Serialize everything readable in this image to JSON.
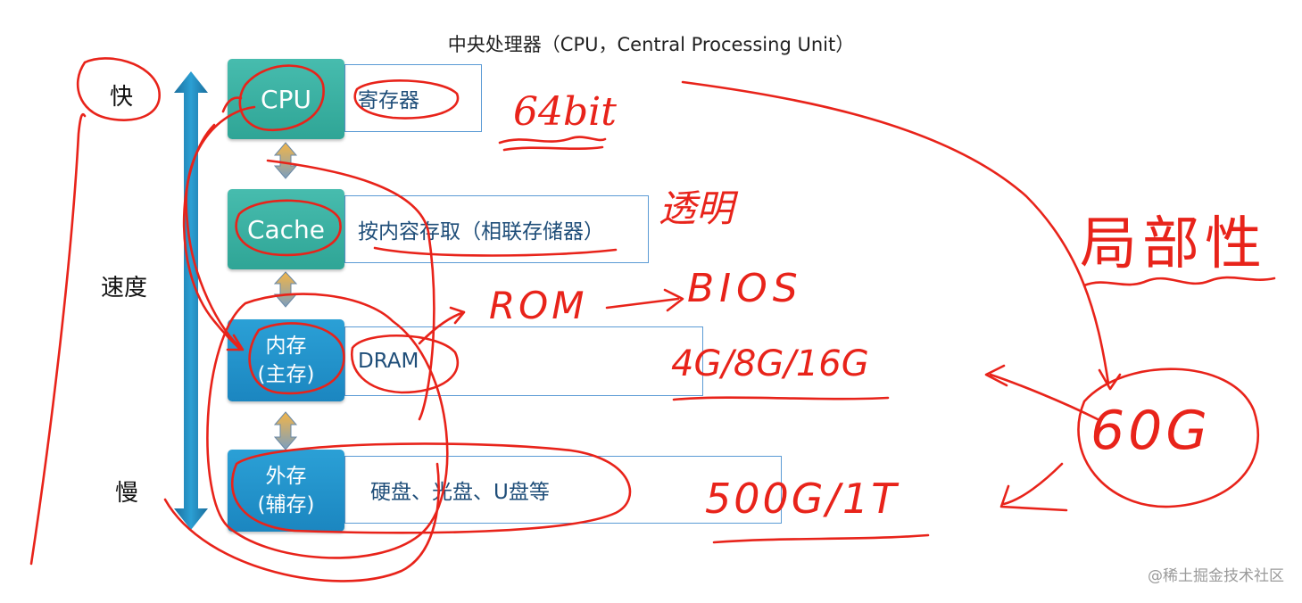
{
  "title": "中央处理器（CPU，Central Processing Unit）",
  "speed_axis": {
    "fast": "快",
    "speed": "速度",
    "slow": "慢"
  },
  "levels": [
    {
      "box_lines": [
        "CPU"
      ],
      "description": "寄存器",
      "color": "#3aae9f"
    },
    {
      "box_lines": [
        "Cache"
      ],
      "description": "按内容存取（相联存储器）",
      "color": "#3aae9f"
    },
    {
      "box_lines": [
        "内存",
        "(主存)"
      ],
      "description": "DRAM",
      "color": "#2196d1"
    },
    {
      "box_lines": [
        "外存",
        "(辅存)"
      ],
      "description": "硬盘、光盘、U盘等",
      "color": "#2196d1"
    }
  ],
  "annotations": {
    "cpu_note": "64bit",
    "cache_note": "透明",
    "rom_note": "ROM",
    "bios_note": "BIOS",
    "memory_size": "4G/8G/16G",
    "disk_size": "500G/1T",
    "locality": "局部性",
    "game_size": "60G"
  },
  "ink_color": "#e8231a",
  "watermark": "@稀土掘金技术社区"
}
